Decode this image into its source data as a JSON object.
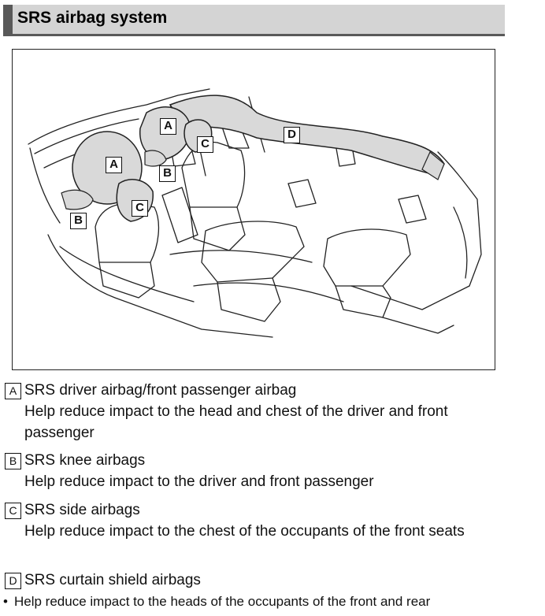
{
  "header": {
    "title": "SRS airbag system"
  },
  "figure": {
    "callouts": {
      "a_front": "A",
      "a_back": "A",
      "b_front": "B",
      "b_left": "B",
      "c_front": "C",
      "c_back": "C",
      "d": "D"
    }
  },
  "legend": [
    {
      "key": "A",
      "title": "SRS driver airbag/front passenger airbag",
      "description": "Help reduce impact to the head and chest of the driver and front passenger"
    },
    {
      "key": "B",
      "title": "SRS knee airbags",
      "description": "Help reduce impact to the driver and front passenger"
    },
    {
      "key": "C",
      "title": "SRS side airbags",
      "description": "Help reduce impact to the chest of the occupants of the front seats"
    },
    {
      "key": "D",
      "title": "SRS curtain shield airbags",
      "description": ""
    }
  ],
  "bullets": [
    "Help reduce impact to the heads of the occupants of the front and rear"
  ]
}
